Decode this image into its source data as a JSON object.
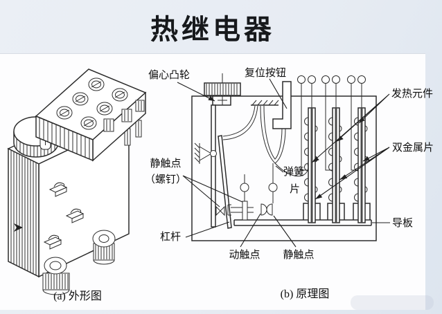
{
  "page": {
    "title": "热继电器",
    "background_color": "#e8edf4",
    "card_color": "#fdfdfe",
    "line_color": "#2b2b2b"
  },
  "figure": {
    "caption_a": "(a) 外形图",
    "caption_b": "(b) 原理图",
    "labels": {
      "eccentric_cam": "偏心凸轮",
      "reset_button": "复位按钮",
      "heating_element": "发热元件",
      "bimetal_strip": "双金属片",
      "static_contact_screw_1": "静触点",
      "static_contact_screw_2": "（螺钉）",
      "spring_1": "弹簧",
      "spring_2": "片",
      "lever": "杠杆",
      "moving_contact": "动触点",
      "static_contact": "静触点",
      "guide_plate": "导板"
    }
  }
}
